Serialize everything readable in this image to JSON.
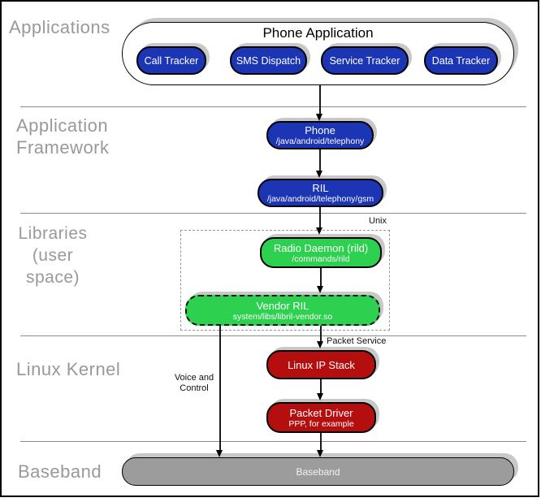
{
  "colors": {
    "blue": "#1c35b5",
    "green": "#2ed04f",
    "red": "#b50e0e",
    "gray_bar": "#9c9c9c",
    "shadow": "#c8c8c8",
    "layer_label_gray": "#999999"
  },
  "layers": {
    "applications": "Applications",
    "framework": {
      "line1": "Application",
      "line2": "Framework"
    },
    "libraries": {
      "line1": "Libraries",
      "line2": "(user space)"
    },
    "kernel": "Linux Kernel",
    "baseband": "Baseband"
  },
  "applications": {
    "container_title": "Phone Application",
    "pills": [
      {
        "label": "Call Tracker"
      },
      {
        "label": "SMS Dispatch"
      },
      {
        "label": "Service Tracker"
      },
      {
        "label": "Data Tracker"
      }
    ]
  },
  "framework": {
    "phone": {
      "title": "Phone",
      "subtitle": "/java/android/telephony"
    },
    "ril": {
      "title": "RIL",
      "subtitle": "/java/android/telephony/gsm"
    }
  },
  "libraries": {
    "unix_label": "Unix",
    "radio_daemon": {
      "title": "Radio Daemon (rild)",
      "subtitle": "/commands/rild"
    },
    "vendor_ril": {
      "title": "Vendor RIL",
      "subtitle": "system/libs/libril-vendor.so"
    }
  },
  "kernel": {
    "packet_service_label": "Packet Service",
    "voice_control_label": {
      "line1": "Voice and",
      "line2": "Control"
    },
    "linux_ip_stack": {
      "title": "Linux IP Stack"
    },
    "packet_driver": {
      "title": "Packet Driver",
      "subtitle": "PPP, for example"
    }
  },
  "baseband": {
    "bar_label": "Baseband"
  }
}
